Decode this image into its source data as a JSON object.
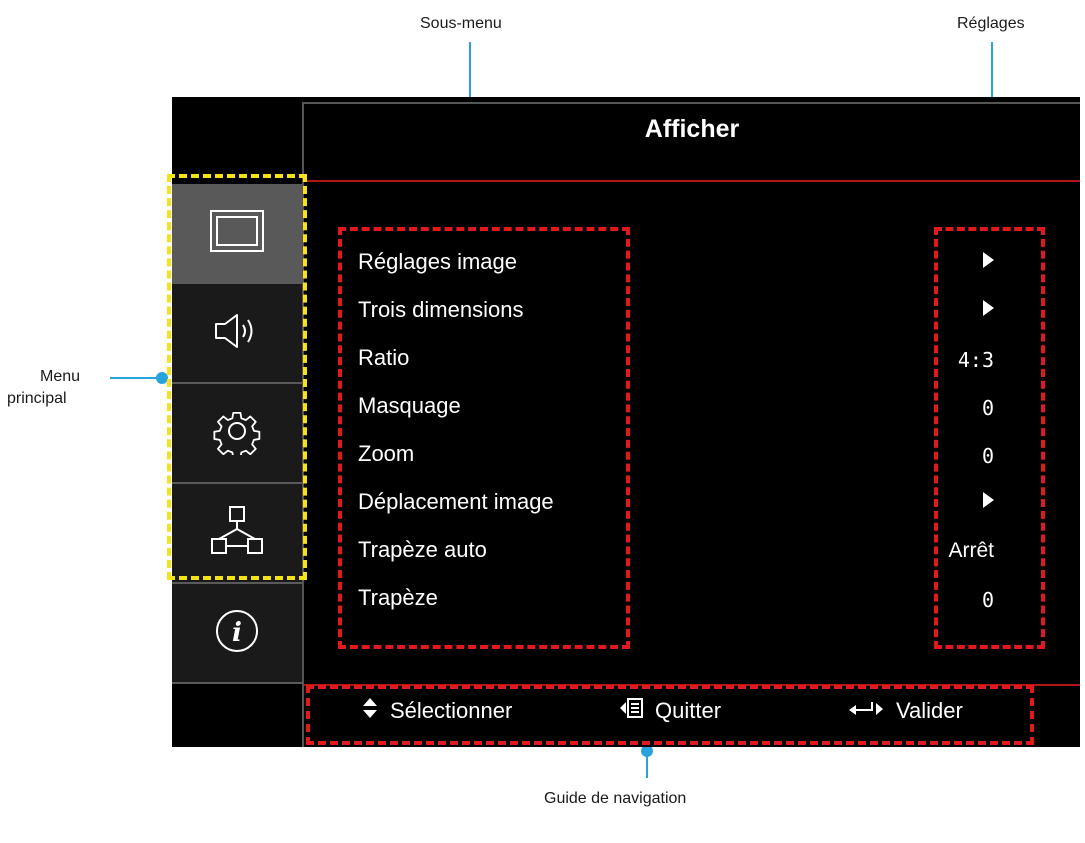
{
  "callouts": {
    "submenu": "Sous-menu",
    "settings": "Réglages",
    "main_menu_line1": "Menu",
    "main_menu_line2": "principal",
    "nav_guide": "Guide de navigation"
  },
  "osd": {
    "title": "Afficher",
    "tabs": [
      {
        "icon": "display-icon",
        "active": true
      },
      {
        "icon": "audio-icon",
        "active": false
      },
      {
        "icon": "setup-gear-icon",
        "active": false
      },
      {
        "icon": "network-icon",
        "active": false
      },
      {
        "icon": "info-icon",
        "active": false
      }
    ],
    "items": [
      {
        "label": "Réglages image",
        "value": "",
        "value_type": "submenu-arrow"
      },
      {
        "label": "Trois dimensions",
        "value": "",
        "value_type": "submenu-arrow"
      },
      {
        "label": "Ratio",
        "value": "4:3",
        "value_type": "text"
      },
      {
        "label": "Masquage",
        "value": "0",
        "value_type": "text"
      },
      {
        "label": "Zoom",
        "value": "0",
        "value_type": "text"
      },
      {
        "label": "Déplacement image",
        "value": "",
        "value_type": "submenu-arrow"
      },
      {
        "label": "Trapèze auto",
        "value": "Arrêt",
        "value_type": "text"
      },
      {
        "label": "Trapèze",
        "value": "0",
        "value_type": "text"
      }
    ],
    "nav": {
      "select_label": "Sélectionner",
      "exit_label": "Quitter",
      "enter_label": "Valider"
    }
  },
  "colors": {
    "callout_line": "#29a3db",
    "dashed_red": "#e0191c",
    "dashed_yellow": "#f5e31a",
    "divider_red": "#b01818",
    "active_tab": "#595959"
  }
}
